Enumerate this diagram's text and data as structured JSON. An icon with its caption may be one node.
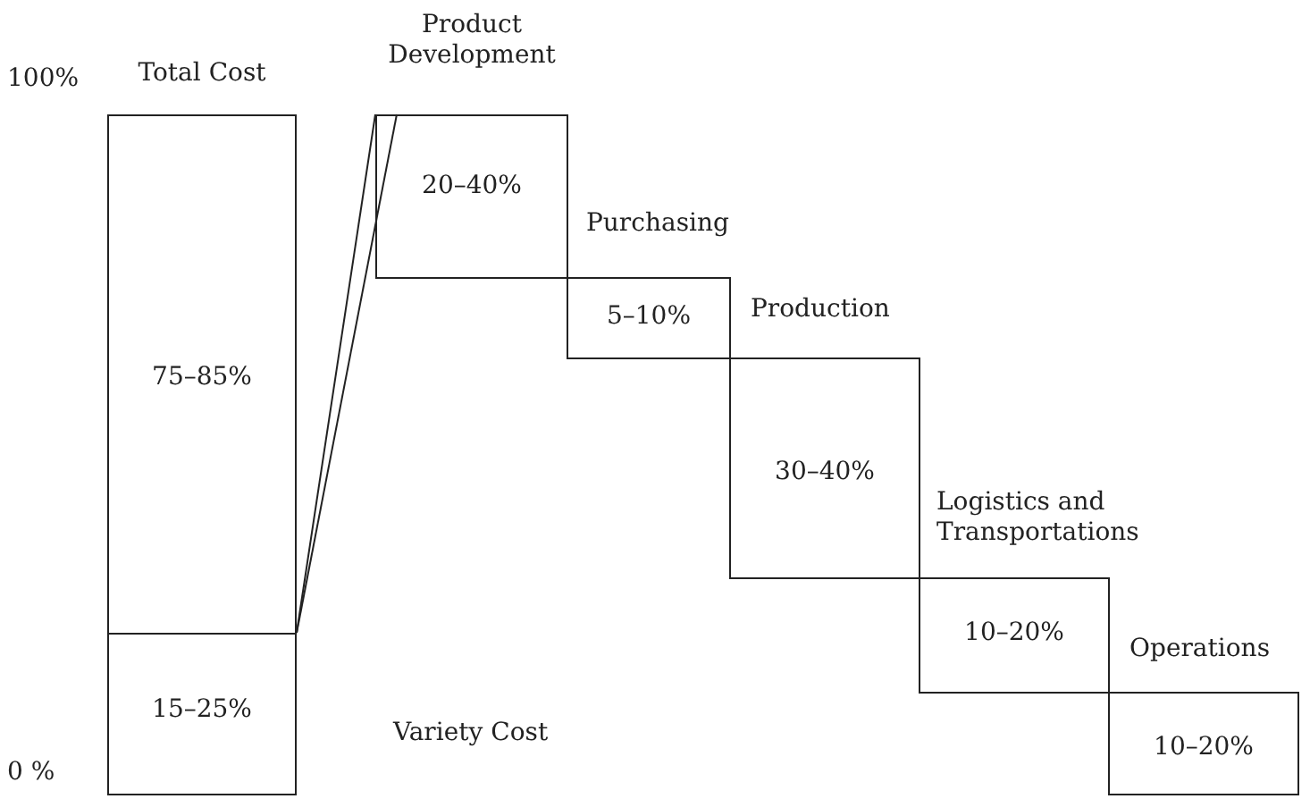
{
  "diagram": {
    "nodes": [
      {
        "text": [
          "Total Cost",
          "75–85%"
        ]
      },
      {
        "text": [
          "15–25%"
        ],
        "beside": [
          "Variety Cost"
        ]
      },
      {
        "text": [
          "Product Development",
          "20–40%"
        ]
      },
      {
        "text": [
          "Purchasing",
          "5–10%"
        ]
      },
      {
        "text": [
          "Production",
          "30–40%"
        ]
      },
      {
        "text": [
          "Logistics and Transportations",
          "10–20%"
        ]
      },
      {
        "text": [
          "Operations",
          "10–20%"
        ]
      }
    ],
    "edges": [
      {
        "from": 1,
        "to": 2,
        "arrow": "none"
      },
      {
        "from": 1,
        "to": 2,
        "arrow": "none"
      }
    ],
    "labels": [
      "100%",
      "0 %"
    ]
  }
}
